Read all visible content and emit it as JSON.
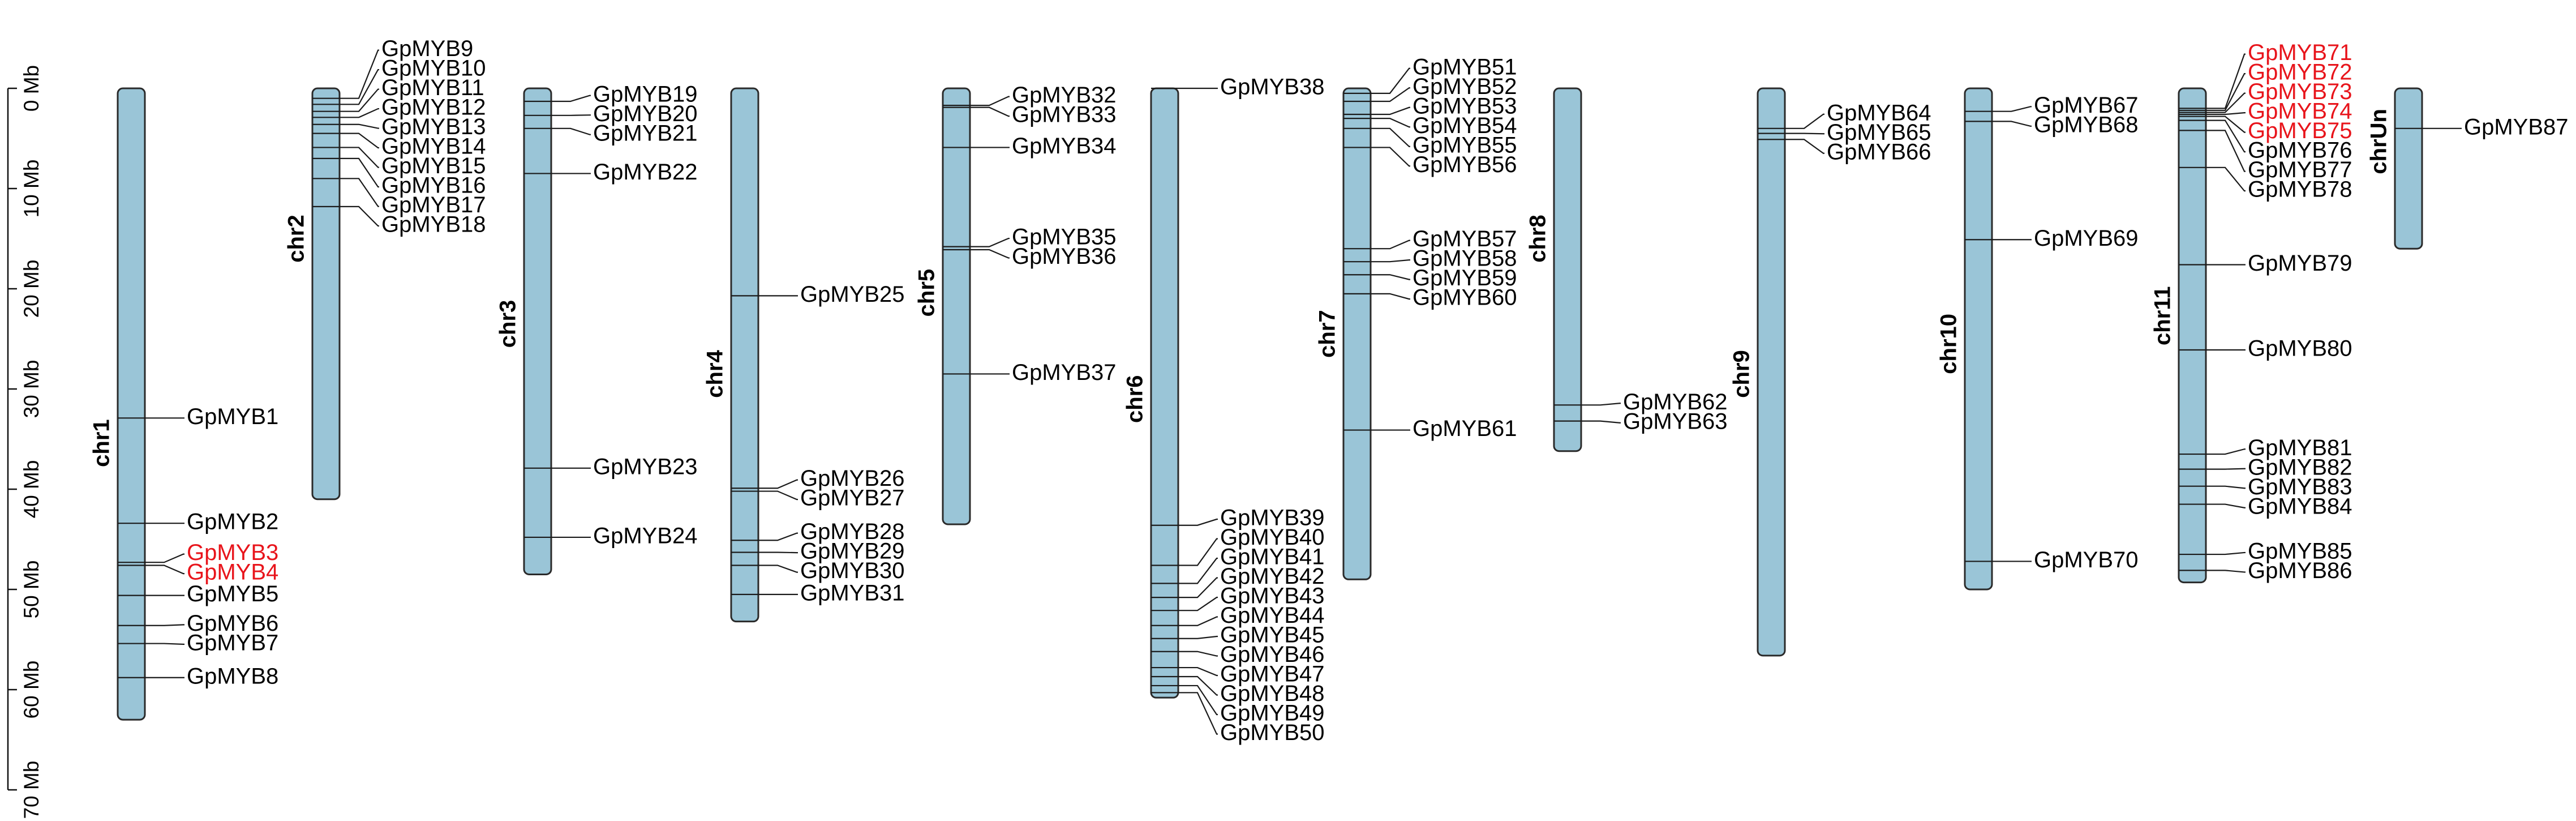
{
  "axis": {
    "unit": "Mb",
    "ticks": [
      "0 Mb",
      "10 Mb",
      "20 Mb",
      "30 Mb",
      "40 Mb",
      "50 Mb",
      "60 Mb",
      "70 Mb"
    ]
  },
  "colors": {
    "chromosome_fill": "#9ac5d7",
    "highlight": "#e8141b",
    "normal": "#000000"
  },
  "chromosomes": [
    {
      "name": "chr1",
      "length": 63.0,
      "genes": [
        {
          "name": "GpMYB1",
          "pos": 32.9
        },
        {
          "name": "GpMYB2",
          "pos": 43.4
        },
        {
          "name": "GpMYB3",
          "pos": 47.3,
          "highlight": true
        },
        {
          "name": "GpMYB4",
          "pos": 47.6,
          "highlight": true
        },
        {
          "name": "GpMYB5",
          "pos": 50.6
        },
        {
          "name": "GpMYB6",
          "pos": 53.6
        },
        {
          "name": "GpMYB7",
          "pos": 55.4
        },
        {
          "name": "GpMYB8",
          "pos": 58.8
        }
      ]
    },
    {
      "name": "chr2",
      "length": 41.0,
      "genes": [
        {
          "name": "GpMYB9",
          "pos": 1.0
        },
        {
          "name": "GpMYB10",
          "pos": 1.6
        },
        {
          "name": "GpMYB11",
          "pos": 2.3
        },
        {
          "name": "GpMYB12",
          "pos": 2.9
        },
        {
          "name": "GpMYB13",
          "pos": 3.6
        },
        {
          "name": "GpMYB14",
          "pos": 4.5
        },
        {
          "name": "GpMYB15",
          "pos": 5.9
        },
        {
          "name": "GpMYB16",
          "pos": 7.0
        },
        {
          "name": "GpMYB17",
          "pos": 9.0
        },
        {
          "name": "GpMYB18",
          "pos": 11.8
        }
      ]
    },
    {
      "name": "chr3",
      "length": 48.5,
      "genes": [
        {
          "name": "GpMYB19",
          "pos": 1.3
        },
        {
          "name": "GpMYB20",
          "pos": 2.7
        },
        {
          "name": "GpMYB21",
          "pos": 4.0
        },
        {
          "name": "GpMYB22",
          "pos": 8.5
        },
        {
          "name": "GpMYB23",
          "pos": 37.9
        },
        {
          "name": "GpMYB24",
          "pos": 44.8
        }
      ]
    },
    {
      "name": "chr4",
      "length": 53.2,
      "genes": [
        {
          "name": "GpMYB25",
          "pos": 20.7
        },
        {
          "name": "GpMYB26",
          "pos": 39.9
        },
        {
          "name": "GpMYB27",
          "pos": 40.2
        },
        {
          "name": "GpMYB28",
          "pos": 45.1
        },
        {
          "name": "GpMYB29",
          "pos": 46.3
        },
        {
          "name": "GpMYB30",
          "pos": 47.6
        },
        {
          "name": "GpMYB31",
          "pos": 50.5
        }
      ]
    },
    {
      "name": "chr5",
      "length": 43.5,
      "genes": [
        {
          "name": "GpMYB32",
          "pos": 1.7
        },
        {
          "name": "GpMYB33",
          "pos": 1.9
        },
        {
          "name": "GpMYB34",
          "pos": 5.9
        },
        {
          "name": "GpMYB35",
          "pos": 15.8
        },
        {
          "name": "GpMYB36",
          "pos": 16.1
        },
        {
          "name": "GpMYB37",
          "pos": 28.5
        }
      ]
    },
    {
      "name": "chr6",
      "length": 60.8,
      "genes": [
        {
          "name": "GpMYB38",
          "pos": 0.0
        },
        {
          "name": "GpMYB39",
          "pos": 43.6
        },
        {
          "name": "GpMYB40",
          "pos": 47.6
        },
        {
          "name": "GpMYB41",
          "pos": 49.4
        },
        {
          "name": "GpMYB42",
          "pos": 50.8
        },
        {
          "name": "GpMYB43",
          "pos": 52.1
        },
        {
          "name": "GpMYB44",
          "pos": 53.6
        },
        {
          "name": "GpMYB45",
          "pos": 54.9
        },
        {
          "name": "GpMYB46",
          "pos": 56.2
        },
        {
          "name": "GpMYB47",
          "pos": 57.8
        },
        {
          "name": "GpMYB48",
          "pos": 58.7
        },
        {
          "name": "GpMYB49",
          "pos": 59.6
        },
        {
          "name": "GpMYB50",
          "pos": 60.3
        }
      ]
    },
    {
      "name": "chr7",
      "length": 49.0,
      "genes": [
        {
          "name": "GpMYB51",
          "pos": 0.5
        },
        {
          "name": "GpMYB52",
          "pos": 1.3
        },
        {
          "name": "GpMYB53",
          "pos": 2.6
        },
        {
          "name": "GpMYB54",
          "pos": 3.0
        },
        {
          "name": "GpMYB55",
          "pos": 4.0
        },
        {
          "name": "GpMYB56",
          "pos": 5.9
        },
        {
          "name": "GpMYB57",
          "pos": 16.0
        },
        {
          "name": "GpMYB58",
          "pos": 17.3
        },
        {
          "name": "GpMYB59",
          "pos": 18.6
        },
        {
          "name": "GpMYB60",
          "pos": 20.5
        },
        {
          "name": "GpMYB61",
          "pos": 34.1
        }
      ]
    },
    {
      "name": "chr8",
      "length": 36.2,
      "genes": [
        {
          "name": "GpMYB62",
          "pos": 31.6
        },
        {
          "name": "GpMYB63",
          "pos": 33.2
        }
      ]
    },
    {
      "name": "chr9",
      "length": 56.6,
      "genes": [
        {
          "name": "GpMYB64",
          "pos": 4.0
        },
        {
          "name": "GpMYB65",
          "pos": 4.5
        },
        {
          "name": "GpMYB66",
          "pos": 5.1
        }
      ]
    },
    {
      "name": "chr10",
      "length": 50.0,
      "genes": [
        {
          "name": "GpMYB67",
          "pos": 2.3
        },
        {
          "name": "GpMYB68",
          "pos": 3.3
        },
        {
          "name": "GpMYB69",
          "pos": 15.1
        },
        {
          "name": "GpMYB70",
          "pos": 47.2
        }
      ]
    },
    {
      "name": "chr11",
      "length": 49.3,
      "genes": [
        {
          "name": "GpMYB71",
          "pos": 2.0,
          "highlight": true
        },
        {
          "name": "GpMYB72",
          "pos": 2.2,
          "highlight": true
        },
        {
          "name": "GpMYB73",
          "pos": 2.4,
          "highlight": true
        },
        {
          "name": "GpMYB74",
          "pos": 2.6,
          "highlight": true
        },
        {
          "name": "GpMYB75",
          "pos": 2.8,
          "highlight": true
        },
        {
          "name": "GpMYB76",
          "pos": 3.2
        },
        {
          "name": "GpMYB77",
          "pos": 4.2
        },
        {
          "name": "GpMYB78",
          "pos": 7.9
        },
        {
          "name": "GpMYB79",
          "pos": 17.6
        },
        {
          "name": "GpMYB80",
          "pos": 26.1
        },
        {
          "name": "GpMYB81",
          "pos": 36.5
        },
        {
          "name": "GpMYB82",
          "pos": 38.0
        },
        {
          "name": "GpMYB83",
          "pos": 39.7
        },
        {
          "name": "GpMYB84",
          "pos": 41.5
        },
        {
          "name": "GpMYB85",
          "pos": 46.5
        },
        {
          "name": "GpMYB86",
          "pos": 48.1
        }
      ]
    },
    {
      "name": "chrUn",
      "length": 16.0,
      "genes": [
        {
          "name": "GpMYB87",
          "pos": 4.0
        }
      ]
    }
  ]
}
